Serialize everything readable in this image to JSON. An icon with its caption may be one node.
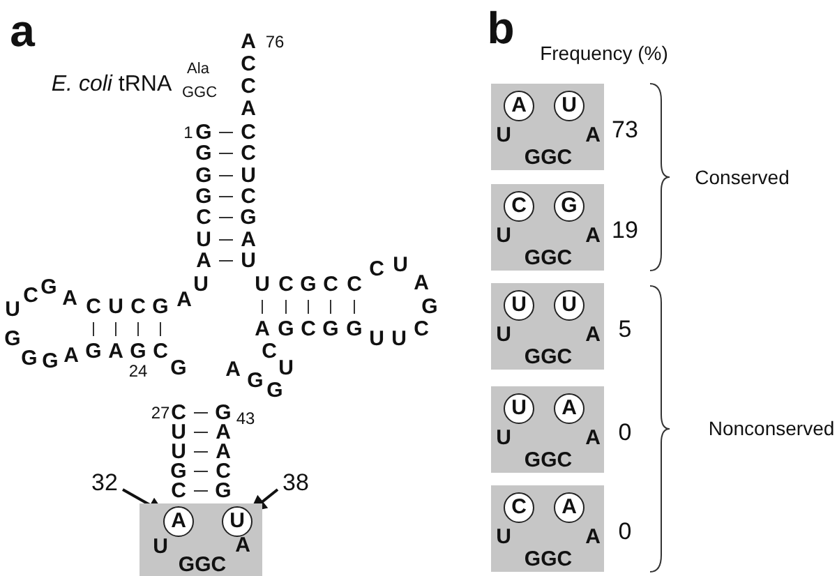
{
  "diagram": {
    "nodes": [
      {
        "text": [
          "U",
          "A",
          "GGC"
        ]
      },
      {
        "text": [
          "A"
        ],
        "in": 0
      },
      {
        "text": [
          "U"
        ],
        "in": 0
      },
      {
        "text": [
          "32"
        ]
      },
      {
        "text": [
          "38"
        ]
      },
      {
        "text": [
          "U",
          "A",
          "GGC"
        ],
        "beside": [
          "73"
        ]
      },
      {
        "text": [
          "A"
        ],
        "in": 5
      },
      {
        "text": [
          "U"
        ],
        "in": 5
      },
      {
        "text": [
          "U",
          "A",
          "GGC"
        ],
        "beside": [
          "19"
        ]
      },
      {
        "text": [
          "C"
        ],
        "in": 8
      },
      {
        "text": [
          "G"
        ],
        "in": 8
      },
      {
        "text": [
          "U",
          "A",
          "GGC"
        ],
        "beside": [
          "5"
        ]
      },
      {
        "text": [
          "U"
        ],
        "in": 11
      },
      {
        "text": [
          "U"
        ],
        "in": 11
      },
      {
        "text": [
          "U",
          "A",
          "GGC"
        ],
        "beside": [
          "0"
        ]
      },
      {
        "text": [
          "U"
        ],
        "in": 14
      },
      {
        "text": [
          "A"
        ],
        "in": 14
      },
      {
        "text": [
          "U",
          "A",
          "GGC"
        ],
        "beside": [
          "0"
        ]
      },
      {
        "text": [
          "C"
        ],
        "in": 17
      },
      {
        "text": [
          "A"
        ],
        "in": 17
      }
    ],
    "edges": [
      {
        "from": 3,
        "to": 1,
        "arrow": "to"
      },
      {
        "from": 4,
        "to": 2,
        "arrow": "to"
      }
    ],
    "labels": [
      "a",
      "*E. coli* tRNA",
      "Ala",
      "GGC",
      "A",
      "76",
      "C",
      "C",
      "A",
      "1",
      "G",
      "C",
      "G",
      "C",
      "G",
      "U",
      "G",
      "C",
      "C",
      "G",
      "U",
      "A",
      "A",
      "U",
      "C",
      "U",
      "U",
      "U",
      "C",
      "G",
      "C",
      "C",
      "A",
      "G",
      "C",
      "U",
      "U",
      "A",
      "G",
      "C",
      "G",
      "G",
      "C",
      "U",
      "G",
      "G",
      "A",
      "A",
      "C",
      "U",
      "C",
      "G",
      "A",
      "G",
      "C",
      "U",
      "G",
      "G",
      "G",
      "A",
      "G",
      "A",
      "G",
      "C",
      "24",
      "G",
      "27",
      "C",
      "G",
      "43",
      "U",
      "A",
      "U",
      "A",
      "G",
      "C",
      "C",
      "G",
      "b",
      "Frequency (%)",
      "Conserved",
      "Nonconserved"
    ]
  }
}
